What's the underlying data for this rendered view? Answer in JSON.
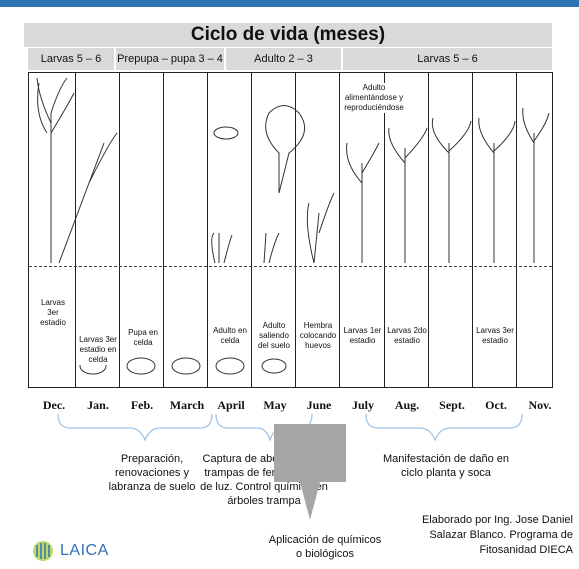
{
  "title": "Ciclo de vida (meses)",
  "stages": [
    {
      "label": "Larvas 5 – 6"
    },
    {
      "label": "Prepupa – pupa 3 – 4"
    },
    {
      "label": "Adulto 2 – 3"
    },
    {
      "label": "Larvas 5 – 6"
    }
  ],
  "months": [
    "Dec.",
    "Jan.",
    "Feb.",
    "March",
    "April",
    "May",
    "June",
    "July",
    "Aug.",
    "Sept.",
    "Oct.",
    "Nov."
  ],
  "column_labels": {
    "dec": "Larvas 3er estadio",
    "jan": "Larvas 3er estadio en celda",
    "feb": "Pupa en celda",
    "april": "Adulto en celda",
    "may": "Adulto saliendo del suelo",
    "june": "Hembra colocando huevos",
    "july": "Larvas 1er estadio",
    "aug": "Larvas 2do estadio",
    "oct": "Larvas 3er estadio",
    "adult_top": "Adulto alimentándose y reproduciéndose"
  },
  "notes": {
    "prep": "Preparación, renovaciones y labranza de suelo",
    "capture": "Captura de abejones con trampas de feromonas o de luz. Control químico en árboles trampa",
    "damage": "Manifestación de daño en ciclo planta y soca",
    "chem": "Aplicación de químicos o biológicos"
  },
  "credit": "Elaborado por Ing. Jose Daniel Salazar Blanco. Programa de Fitosanidad DIECA",
  "logo": "LAICA"
}
